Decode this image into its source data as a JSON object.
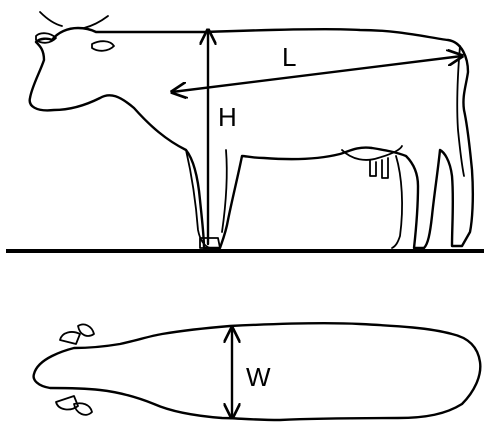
{
  "diagram": {
    "side_view": {
      "height_label": "H",
      "length_label": "L"
    },
    "top_view": {
      "width_label": "W"
    },
    "colors": {
      "line": "#000000",
      "background": "#ffffff"
    }
  }
}
